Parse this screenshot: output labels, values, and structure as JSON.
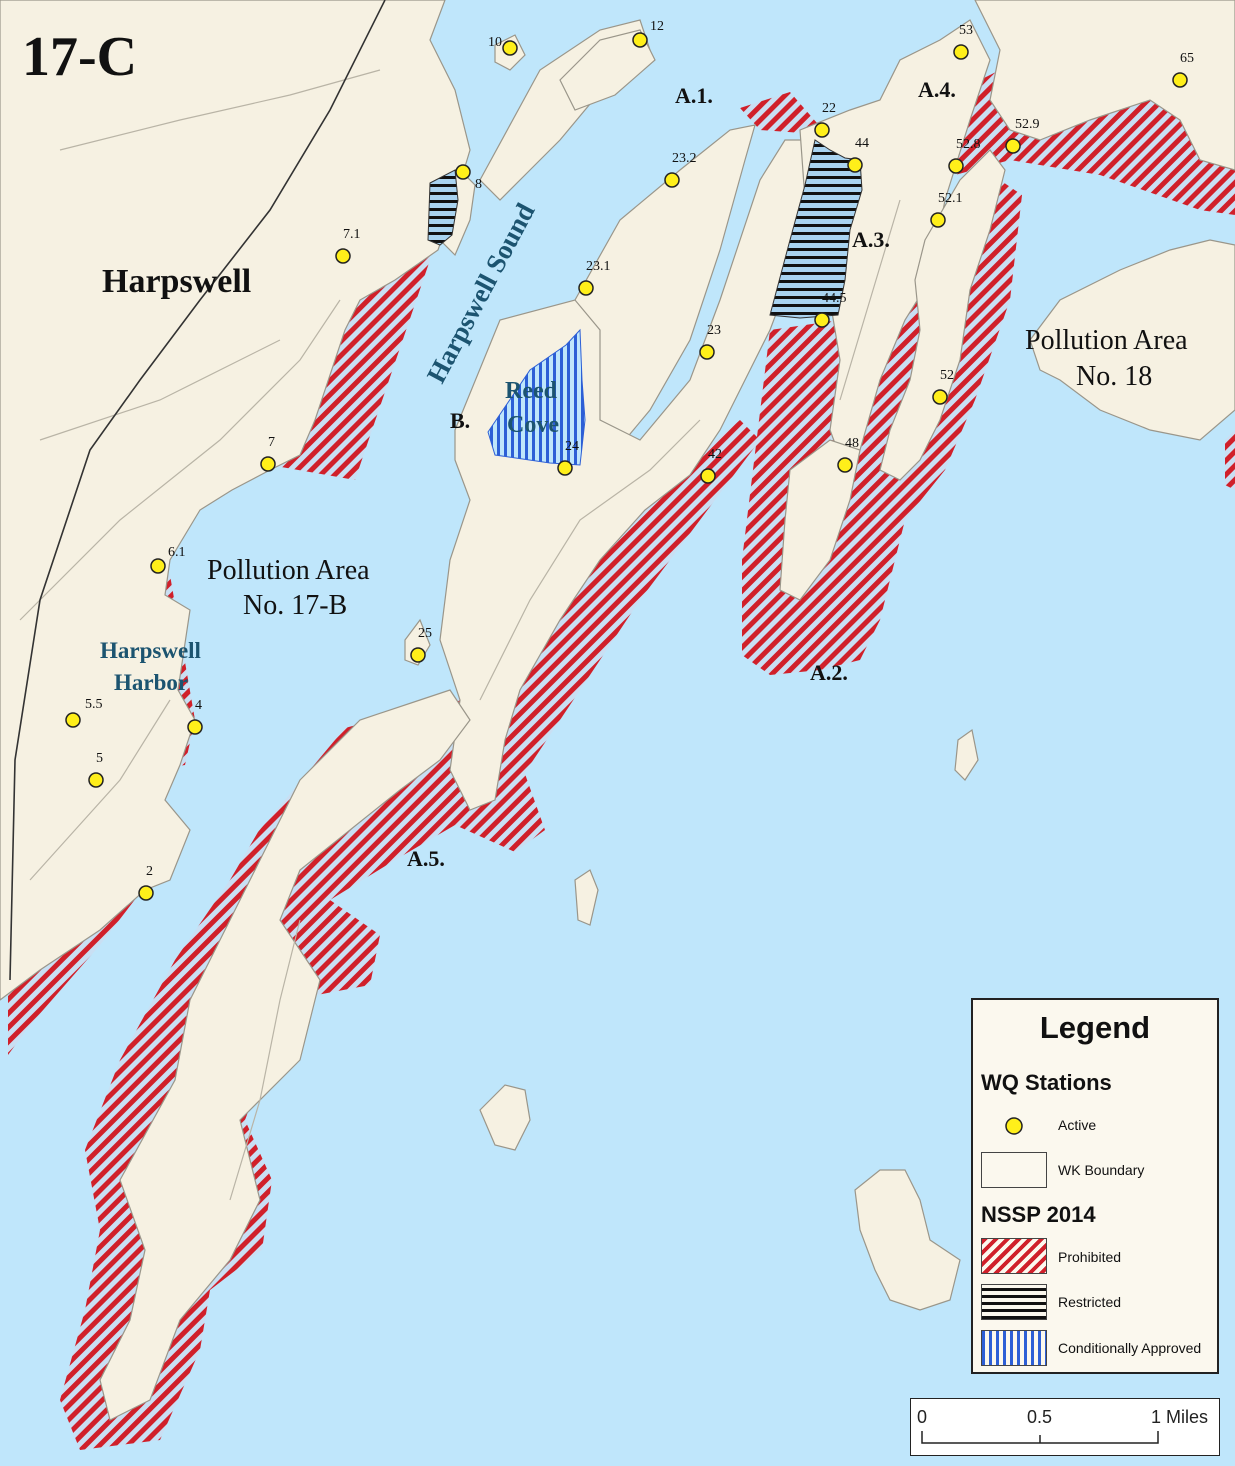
{
  "sheet_id": "17-C",
  "place_labels": {
    "harpswell": "Harpswell",
    "harpswell_sound": "Harpswell Sound",
    "reed": "Reed",
    "cove": "Cove",
    "harpswell_harbor_1": "Harpswell",
    "harpswell_harbor_2": "Harbor",
    "pa17b_1": "Pollution Area",
    "pa17b_2": "No. 17-B",
    "pa18_1": "Pollution Area",
    "pa18_2": "No. 18"
  },
  "area_labels": {
    "a1": "A.1.",
    "a2": "A.2.",
    "a3": "A.3.",
    "a4": "A.4.",
    "a5": "A.5.",
    "b": "B."
  },
  "stations": [
    "10",
    "12",
    "53",
    "65",
    "22",
    "44",
    "52.8",
    "52.9",
    "8",
    "23.2",
    "52.1",
    "7.1",
    "23.1",
    "44.5",
    "23",
    "52",
    "24",
    "42",
    "48",
    "7",
    "6.1",
    "25",
    "5.5",
    "4",
    "5",
    "2"
  ],
  "legend": {
    "title": "Legend",
    "wq_heading": "WQ Stations",
    "active": "Active",
    "wk_boundary": "WK Boundary",
    "nssp_heading": "NSSP 2014",
    "prohibited": "Prohibited",
    "restricted": "Restricted",
    "conditionally_approved": "Conditionally Approved"
  },
  "scale": {
    "t0": "0",
    "t1": "0.5",
    "t2": "1 Miles"
  },
  "colors": {
    "water": "#bfe6fb",
    "land": "#f6f1e2",
    "prohibited": "#d0202a",
    "restricted": "#111111",
    "conditional": "#2d5fd6",
    "station": "#ffef1a",
    "harpswell_blue_label": "#1c5470"
  }
}
